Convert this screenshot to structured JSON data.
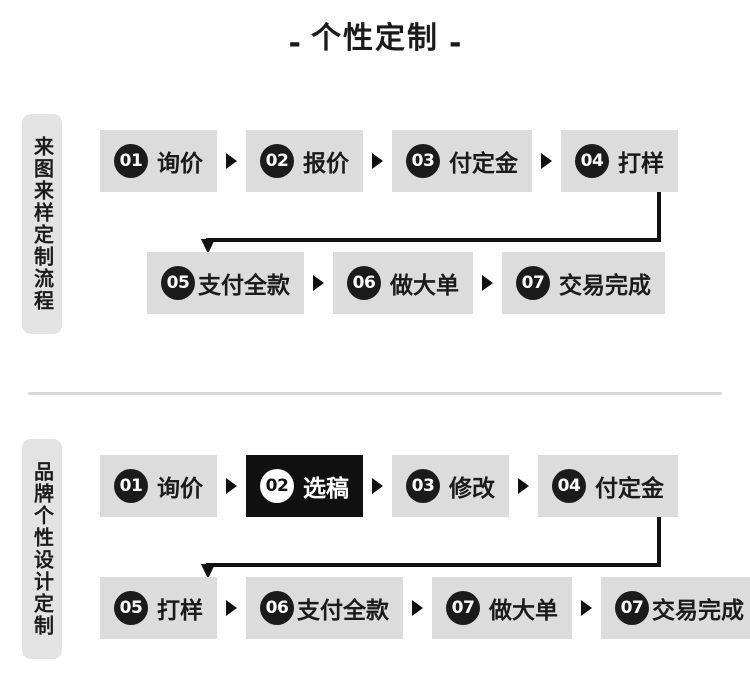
{
  "title": {
    "left_dash": "-",
    "text": "个性定制",
    "right_dash": "-"
  },
  "sections": [
    {
      "side_label": "来图来样定制流程",
      "rows": [
        {
          "steps": [
            {
              "number": "01",
              "label": "询价"
            },
            {
              "number": "02",
              "label": "报价"
            },
            {
              "number": "03",
              "label": "付定金"
            },
            {
              "number": "04",
              "label": "打样"
            }
          ]
        },
        {
          "steps": [
            {
              "number": "05",
              "label": "支付全款"
            },
            {
              "number": "06",
              "label": "做大单"
            },
            {
              "number": "07",
              "label": "交易完成"
            }
          ]
        }
      ]
    },
    {
      "side_label": "品牌个性设计定制",
      "rows": [
        {
          "steps": [
            {
              "number": "01",
              "label": "询价"
            },
            {
              "number": "02",
              "label": "选稿"
            },
            {
              "number": "03",
              "label": "修改"
            },
            {
              "number": "04",
              "label": "付定金"
            }
          ]
        },
        {
          "steps": [
            {
              "number": "05",
              "label": "打样"
            },
            {
              "number": "06",
              "label": "支付全款"
            },
            {
              "number": "07",
              "label": "做大单"
            },
            {
              "number": "07",
              "label": "交易完成"
            }
          ]
        }
      ]
    }
  ],
  "colors": {
    "box_fill": "#dcdcdc",
    "box_fill_active": "#111111",
    "side_tab_fill": "#e3e3e3",
    "badge_fill": "#1b1b1b",
    "text": "#1b1b1b",
    "divider": "#dadada",
    "background": "#ffffff"
  }
}
